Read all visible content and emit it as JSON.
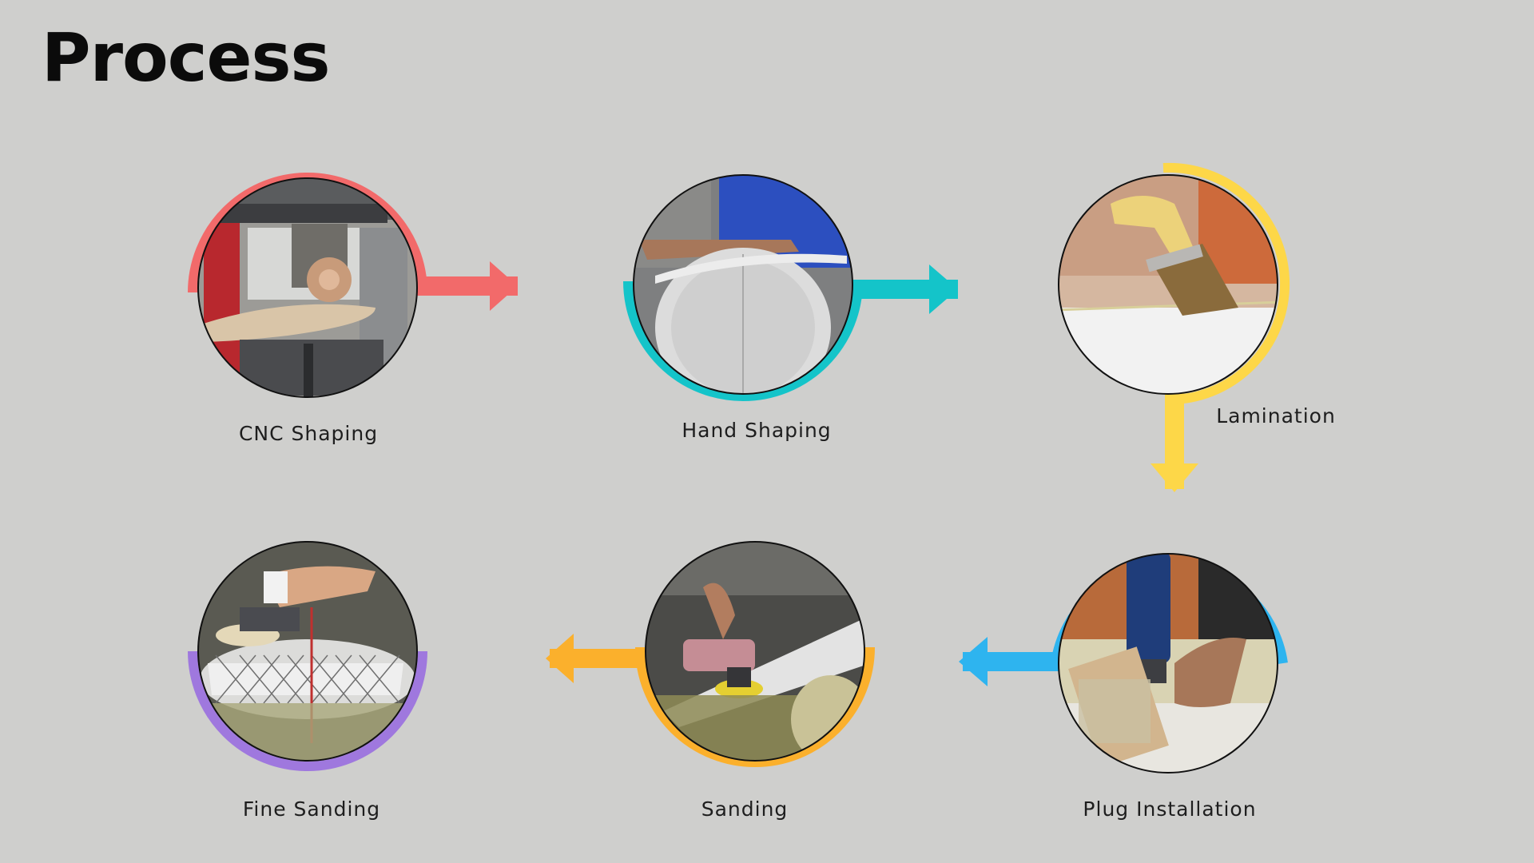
{
  "slide": {
    "title": "Process"
  },
  "steps": [
    {
      "label": "CNC Shaping",
      "accent": "#f26a6a",
      "photo": "cnc-machine-photo"
    },
    {
      "label": "Hand Shaping",
      "accent": "#14c4c9",
      "photo": "hand-shaping-photo"
    },
    {
      "label": "Lamination",
      "accent": "#fdd748",
      "photo": "lamination-brush-photo"
    },
    {
      "label": "Plug Installation",
      "accent": "#2eb4ef",
      "photo": "plug-router-photo"
    },
    {
      "label": "Sanding",
      "accent": "#fbb02c",
      "photo": "sanding-polisher-photo"
    },
    {
      "label": "Fine Sanding",
      "accent": "#9f78de",
      "photo": "fine-sanding-photo"
    }
  ],
  "flow": [
    {
      "from": "CNC Shaping",
      "to": "Hand Shaping",
      "direction": "right"
    },
    {
      "from": "Hand Shaping",
      "to": "Lamination",
      "direction": "right"
    },
    {
      "from": "Lamination",
      "to": "Plug Installation",
      "direction": "down"
    },
    {
      "from": "Plug Installation",
      "to": "Sanding",
      "direction": "left"
    },
    {
      "from": "Sanding",
      "to": "Fine Sanding",
      "direction": "left"
    }
  ]
}
